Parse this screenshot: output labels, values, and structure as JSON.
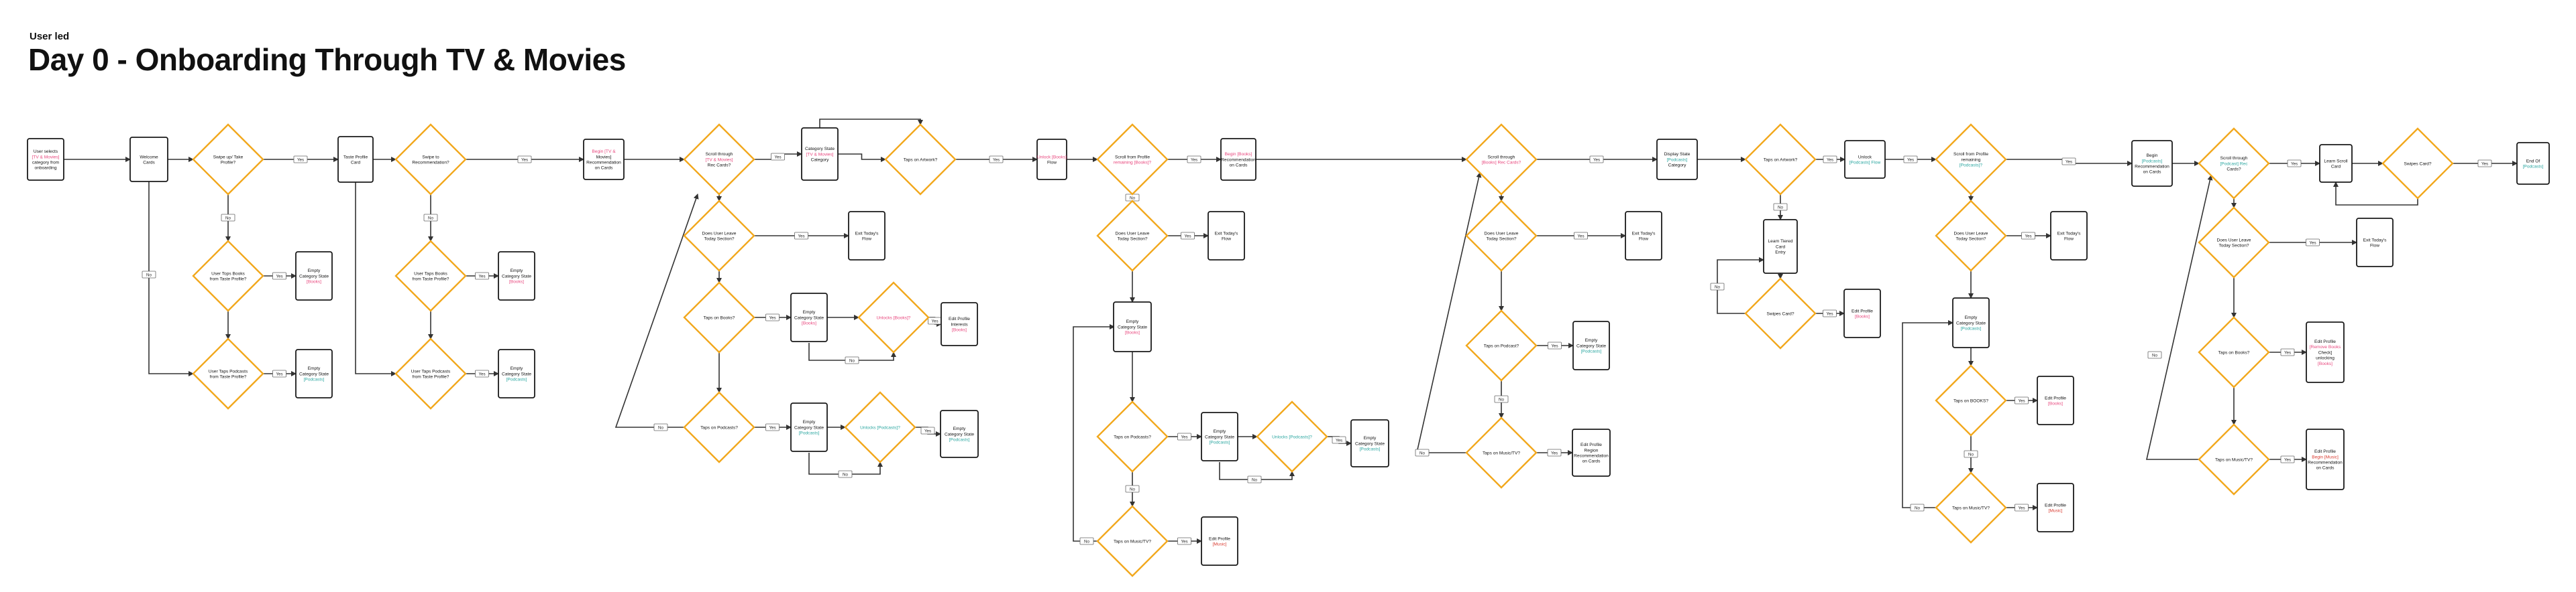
{
  "header": {
    "subtitle": "User led",
    "title": "Day 0 - Onboarding Through TV & Movies"
  },
  "colors": {
    "box_stroke": "#1a1a1a",
    "decision_stroke": "#f2a81d",
    "arrow": "#333333",
    "tag_fill": "#ffffff",
    "text_dark": "#111111",
    "text_pink": "#e8457c",
    "text_teal": "#2aa6a0",
    "text_red": "#d93a2f"
  },
  "labels": {
    "yes": "Yes",
    "no": "No"
  },
  "nodes": [
    {
      "id": "s1",
      "type": "box",
      "lines": [
        "User selects",
        "[TV & Movies]",
        "category from",
        "onboarding"
      ]
    },
    {
      "id": "b_welcome",
      "type": "box",
      "lines": [
        "Welcome",
        "Cards"
      ]
    },
    {
      "id": "d_seen",
      "type": "decision",
      "lines": [
        "Swipe up/ Take",
        "Profile?"
      ]
    },
    {
      "id": "d_sees1",
      "type": "decision",
      "lines": [
        "User Tops Books",
        "from Taste Profile?"
      ]
    },
    {
      "id": "d_sees2",
      "type": "decision",
      "lines": [
        "User Taps Podcasts",
        "from Taste Profile?"
      ]
    },
    {
      "id": "b_empty1",
      "type": "box",
      "lines": [
        "Empty",
        "Category State",
        "[Books]"
      ]
    },
    {
      "id": "b_empty2",
      "type": "box",
      "lines": [
        "Empty",
        "Category State",
        "[Podcasts]"
      ]
    },
    {
      "id": "b_taste",
      "type": "box",
      "lines": [
        "Taste Profile",
        "Card"
      ]
    },
    {
      "id": "d_swipe2",
      "type": "decision",
      "lines": [
        "Swipe to",
        "Recommendation?"
      ]
    },
    {
      "id": "d_tops3",
      "type": "decision",
      "lines": [
        "User Taps Books",
        "from Taste Profile?"
      ]
    },
    {
      "id": "d_tops4",
      "type": "decision",
      "lines": [
        "User Taps Podcasts",
        "from Taste Profile?"
      ]
    },
    {
      "id": "b_empty3",
      "type": "box",
      "lines": [
        "Empty",
        "Category State",
        "[Books]"
      ]
    },
    {
      "id": "b_empty4",
      "type": "box",
      "lines": [
        "Empty",
        "Category State",
        "[Podcasts]"
      ]
    },
    {
      "id": "b_begin1",
      "type": "box",
      "lines": [
        "Begin [TV &",
        "Movies]",
        "Recommendation",
        "on Cards"
      ]
    },
    {
      "id": "d_scroll1",
      "type": "decision",
      "lines": [
        "Scroll through",
        "[TV & Movies]",
        "Rec Cards?"
      ]
    },
    {
      "id": "b_cat1",
      "type": "box",
      "lines": [
        "Category State",
        "[TV & Movies]",
        "Category"
      ]
    },
    {
      "id": "d_tapcat1",
      "type": "decision",
      "lines": [
        "Taps on Artwork?"
      ]
    },
    {
      "id": "d_learn1",
      "type": "decision",
      "lines": [
        "Does User Leave",
        "Today Section?"
      ]
    },
    {
      "id": "b_exit1",
      "type": "box",
      "lines": [
        "Exit Today's",
        "Flow"
      ]
    },
    {
      "id": "d_books1",
      "type": "decision",
      "lines": [
        "Taps on Books?"
      ]
    },
    {
      "id": "b_empty5",
      "type": "box",
      "lines": [
        "Empty",
        "Category State",
        "[Books]"
      ]
    },
    {
      "id": "d_unlock1",
      "type": "decision",
      "lines": [
        "Unlocks [Books]?"
      ]
    },
    {
      "id": "b_edit1",
      "type": "box",
      "lines": [
        "Edit Profile",
        "Interests",
        "[Books]"
      ]
    },
    {
      "id": "d_pods1",
      "type": "decision",
      "lines": [
        "Taps on Podcasts?"
      ]
    },
    {
      "id": "b_empty6",
      "type": "box",
      "lines": [
        "Empty",
        "Category State",
        "[Podcasts]"
      ]
    },
    {
      "id": "d_unlock2",
      "type": "decision",
      "lines": [
        "Unlocks [Podcasts]?"
      ]
    },
    {
      "id": "b_empty7",
      "type": "box",
      "lines": [
        "Empty",
        "Category State",
        "[Podcasts]"
      ]
    },
    {
      "id": "b_unlock_flow",
      "type": "box",
      "lines": [
        "Unlock [Books]",
        "Flow"
      ]
    },
    {
      "id": "d_scroll2",
      "type": "decision",
      "lines": [
        "Scroll from Profile",
        "remaining [Books]?"
      ]
    },
    {
      "id": "b_begin2",
      "type": "box",
      "lines": [
        "Begin [Books]",
        "Recommendation",
        "on Cards"
      ]
    },
    {
      "id": "d_learn2",
      "type": "decision",
      "lines": [
        "Does User Leave",
        "Today Section?"
      ]
    },
    {
      "id": "b_exit2",
      "type": "box",
      "lines": [
        "Exit Today's",
        "Flow"
      ]
    },
    {
      "id": "b_cat2",
      "type": "box",
      "lines": [
        "Empty",
        "Category State",
        "[Books]"
      ]
    },
    {
      "id": "d_pods2",
      "type": "decision",
      "lines": [
        "Taps on Podcasts?"
      ]
    },
    {
      "id": "b_empty8",
      "type": "box",
      "lines": [
        "Empty",
        "Category State",
        "[Podcasts]"
      ]
    },
    {
      "id": "d_unlock3",
      "type": "decision",
      "lines": [
        "Unlocks [Podcasts]?"
      ]
    },
    {
      "id": "b_empty9",
      "type": "box",
      "lines": [
        "Empty",
        "Category State",
        "[Podcasts]"
      ]
    },
    {
      "id": "d_music1",
      "type": "decision",
      "lines": [
        "Taps on Music/TV?"
      ]
    },
    {
      "id": "b_edit2",
      "type": "box",
      "lines": [
        "Edit Profile",
        "[Music]"
      ]
    },
    {
      "id": "d_scroll3",
      "type": "decision",
      "lines": [
        "Scroll through",
        "[Books] Rec Cards?"
      ]
    },
    {
      "id": "b_cat3",
      "type": "box",
      "lines": [
        "Display State",
        "[Podcasts]",
        "Category"
      ]
    },
    {
      "id": "d_learn3",
      "type": "decision",
      "lines": [
        "Does User Leave",
        "Today Section?"
      ]
    },
    {
      "id": "b_exit3",
      "type": "box",
      "lines": [
        "Exit Today's",
        "Flow"
      ]
    },
    {
      "id": "d_pods3",
      "type": "decision",
      "lines": [
        "Taps on Podcast?"
      ]
    },
    {
      "id": "b_empty10",
      "type": "box",
      "lines": [
        "Empty",
        "Category State",
        "[Podcasts]"
      ]
    },
    {
      "id": "d_music2",
      "type": "decision",
      "lines": [
        "Taps on Music/TV?"
      ]
    },
    {
      "id": "b_edit3",
      "type": "box",
      "lines": [
        "Edit Profile",
        "Region",
        "Recommendation",
        "on Cards"
      ]
    },
    {
      "id": "d_tapart2",
      "type": "decision",
      "lines": [
        "Taps on Artwork?"
      ]
    },
    {
      "id": "b_unlock2",
      "type": "box",
      "lines": [
        "Unlock",
        "[Podcasts] Flow"
      ]
    },
    {
      "id": "b_learn_card",
      "type": "box",
      "lines": [
        "Learn Tiered",
        "Card",
        "Entry"
      ]
    },
    {
      "id": "d_swipe3",
      "type": "decision",
      "lines": [
        "Swipes Card?"
      ]
    },
    {
      "id": "b_edit4",
      "type": "box",
      "lines": [
        "Edit Profile",
        "[Books]"
      ]
    },
    {
      "id": "d_scroll4",
      "type": "decision",
      "lines": [
        "Scroll from Profile",
        "remaining",
        "[Podcasts]?"
      ]
    },
    {
      "id": "d_learn4",
      "type": "decision",
      "lines": [
        "Does User Leave",
        "Today Section?"
      ]
    },
    {
      "id": "b_exit4",
      "type": "box",
      "lines": [
        "Exit Today's",
        "Flow"
      ]
    },
    {
      "id": "b_cat4",
      "type": "box",
      "lines": [
        "Empty",
        "Category State",
        "[Podcasts]"
      ]
    },
    {
      "id": "d_books2",
      "type": "decision",
      "lines": [
        "Taps on BOOKS?"
      ]
    },
    {
      "id": "b_edit5",
      "type": "box",
      "lines": [
        "Edit Profile",
        "[Books]"
      ]
    },
    {
      "id": "d_music3",
      "type": "decision",
      "lines": [
        "Taps on Music/TV?"
      ]
    },
    {
      "id": "b_edit6",
      "type": "box",
      "lines": [
        "Edit Profile",
        "[Music]"
      ]
    },
    {
      "id": "b_begin3",
      "type": "box",
      "lines": [
        "Begin",
        "[Podcasts]",
        "Recommendation",
        "on Cards"
      ]
    },
    {
      "id": "d_scroll5",
      "type": "decision",
      "lines": [
        "Scroll through",
        "[Podcast] Rec",
        "Cards?"
      ]
    },
    {
      "id": "b_learn_card2",
      "type": "box",
      "lines": [
        "Learn Scroll",
        "Card"
      ]
    },
    {
      "id": "d_swipe4",
      "type": "decision",
      "lines": [
        "Swipes Card?"
      ]
    },
    {
      "id": "b_end",
      "type": "box",
      "lines": [
        "End Of",
        "[Podcasts]"
      ]
    },
    {
      "id": "d_learn5",
      "type": "decision",
      "lines": [
        "Does User Leave",
        "Today Section?"
      ]
    },
    {
      "id": "b_exit5",
      "type": "box",
      "lines": [
        "Exit Today's",
        "Flow"
      ]
    },
    {
      "id": "d_books3",
      "type": "decision",
      "lines": [
        "Taps on Books?"
      ]
    },
    {
      "id": "b_edit7",
      "type": "box",
      "lines": [
        "Edit Profile",
        "[Remove Books",
        "Check]",
        "unlocking",
        "[Books]"
      ]
    },
    {
      "id": "d_music4",
      "type": "decision",
      "lines": [
        "Taps on Music/TV?"
      ]
    },
    {
      "id": "b_edit8",
      "type": "box",
      "lines": [
        "Edit Profile",
        "Begin [Music]",
        "Recommendation",
        "on Cards"
      ]
    }
  ]
}
